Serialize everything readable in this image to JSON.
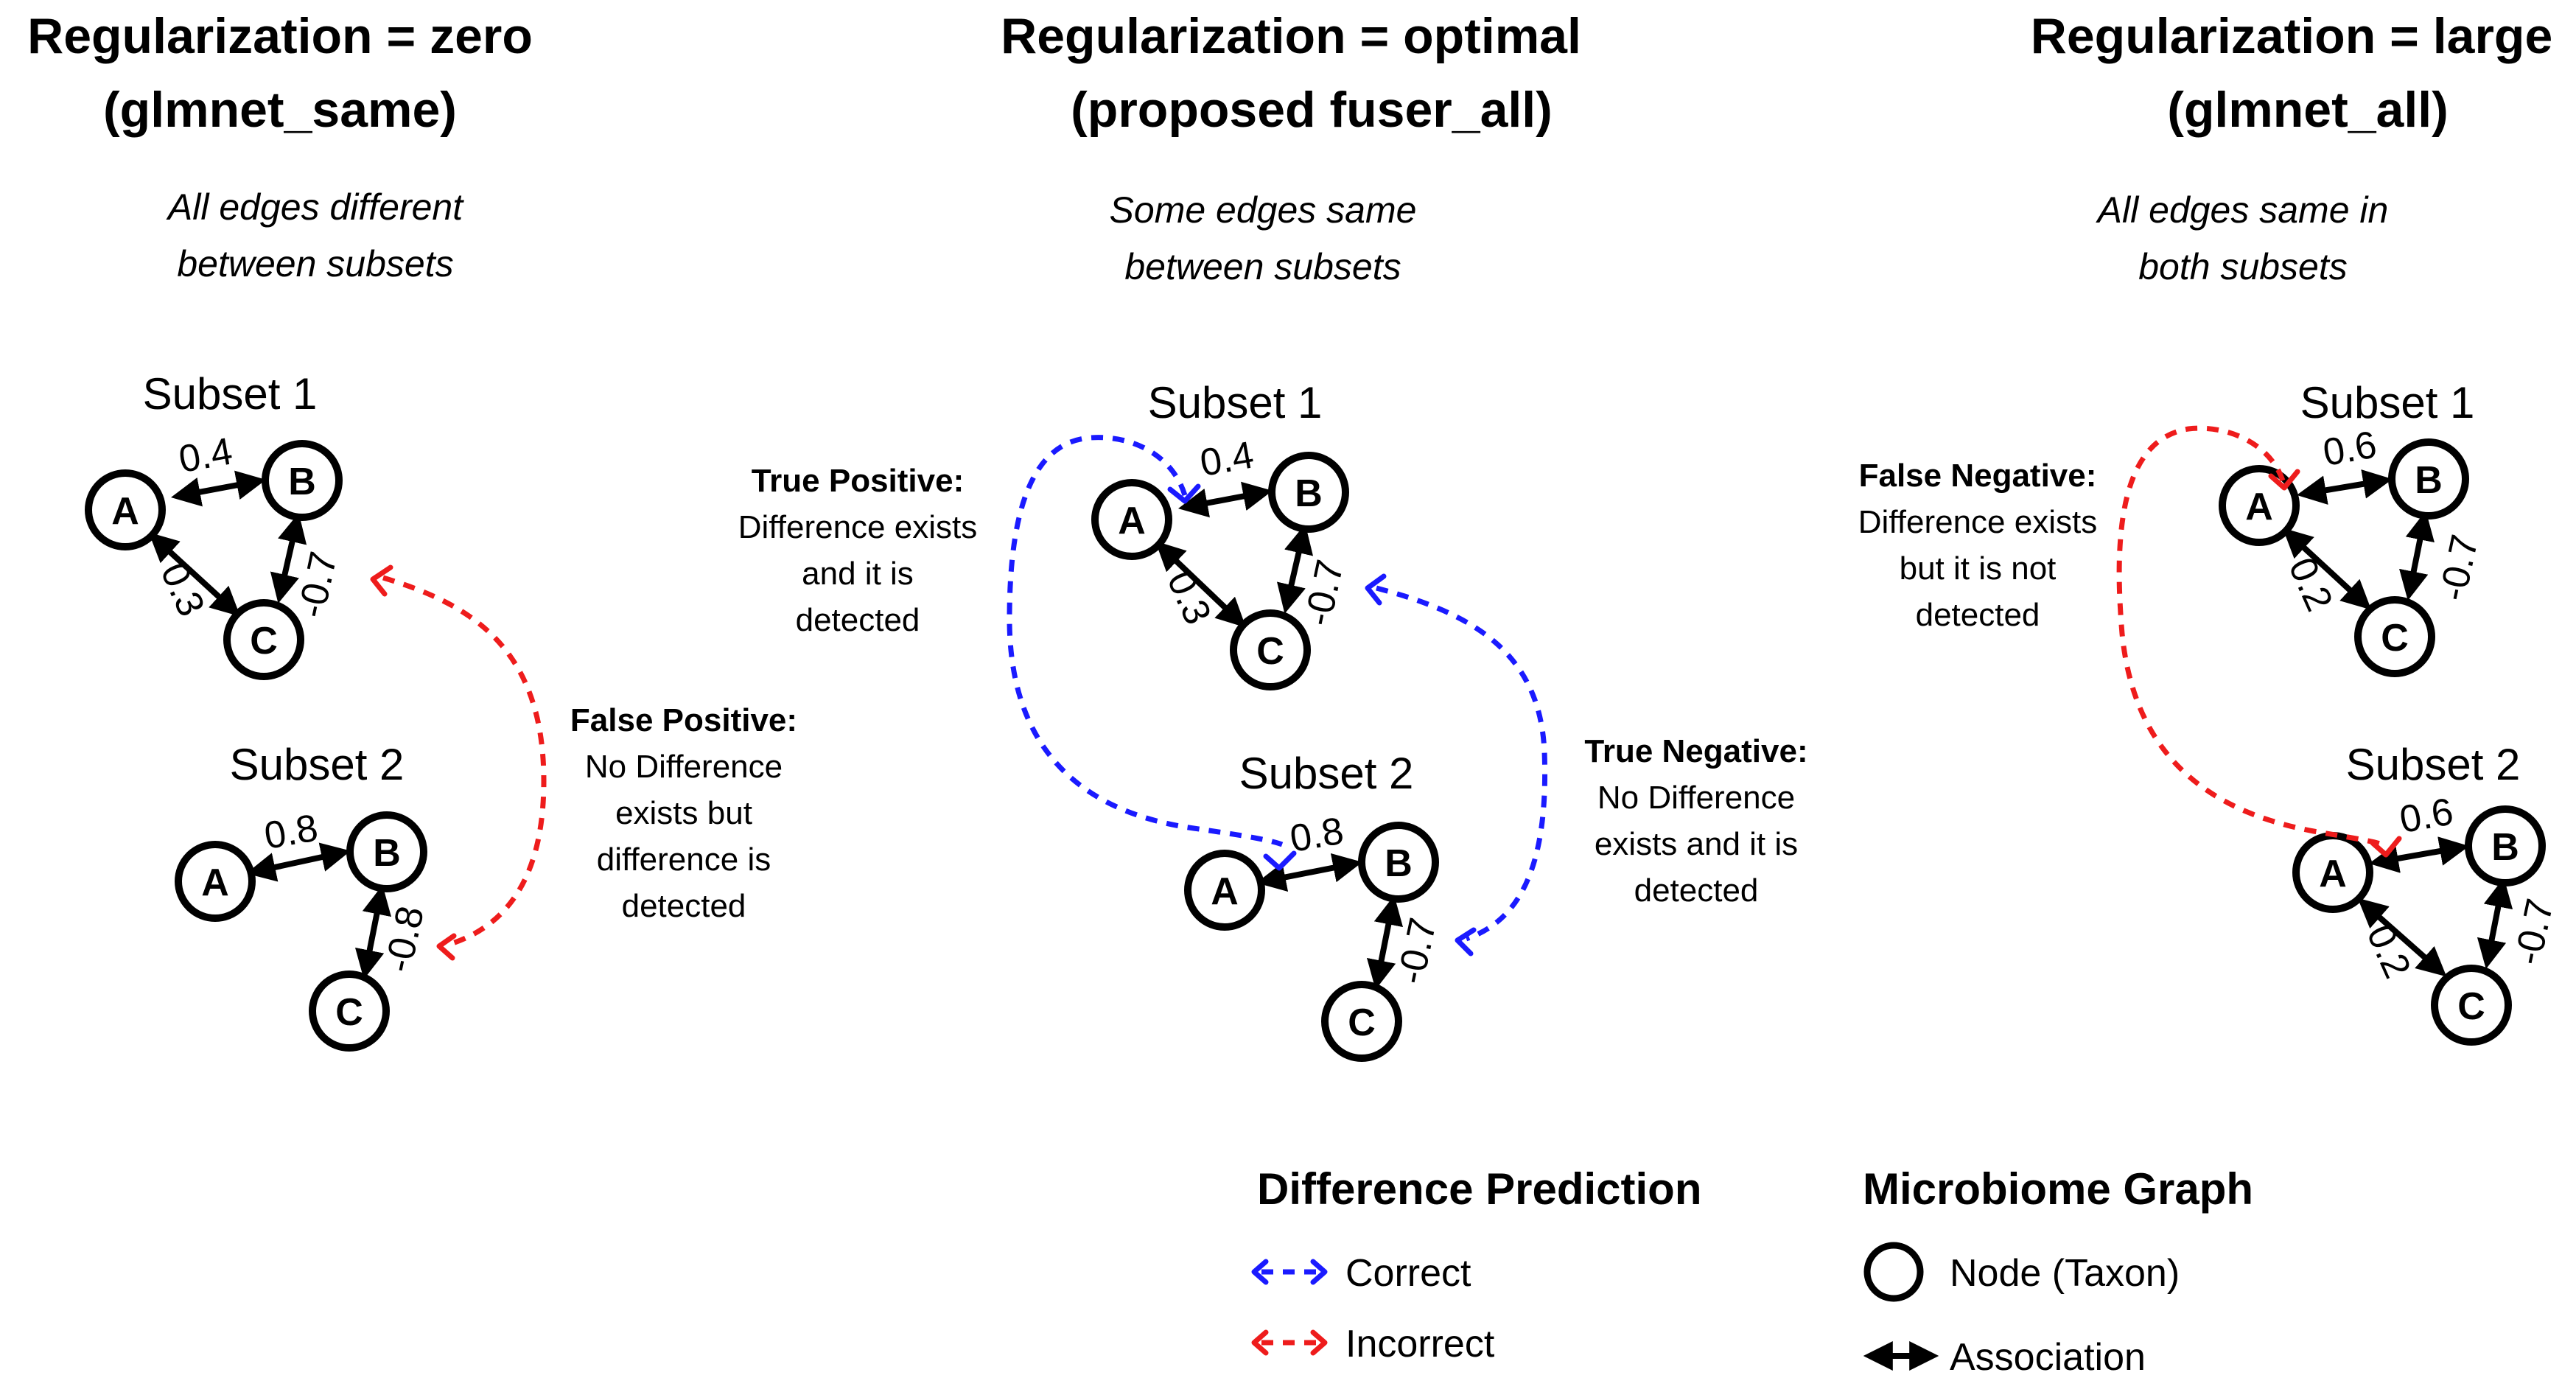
{
  "panels": [
    {
      "title_line1": "Regularization = zero",
      "title_line2": "(glmnet_same)",
      "subtitle_line1": "All edges different",
      "subtitle_line2": "between subsets",
      "subset1": {
        "label": "Subset 1",
        "w_ab": "0.4",
        "w_ac": "0.3",
        "w_bc": "-0.7"
      },
      "subset2": {
        "label": "Subset 2",
        "w_ab": "0.8",
        "w_bc": "-0.8"
      },
      "annotation": {
        "title": "False Positive:",
        "lines": [
          "No Difference",
          "exists but",
          "difference is",
          "detected"
        ]
      }
    },
    {
      "title_line1": "Regularization = optimal",
      "title_line2": "(proposed fuser_all)",
      "subtitle_line1": "Some edges same",
      "subtitle_line2": "between subsets",
      "subset1": {
        "label": "Subset 1",
        "w_ab": "0.4",
        "w_ac": "0.3",
        "w_bc": "-0.7"
      },
      "subset2": {
        "label": "Subset 2",
        "w_ab": "0.8",
        "w_bc": "-0.7"
      },
      "annotation_left": {
        "title": "True Positive:",
        "lines": [
          "Difference exists",
          "and it is",
          "detected"
        ]
      },
      "annotation_right": {
        "title": "True Negative:",
        "lines": [
          "No Difference",
          "exists and it is",
          "detected"
        ]
      }
    },
    {
      "title_line1": "Regularization = large",
      "title_line2": "(glmnet_all)",
      "subtitle_line1": "All edges same in",
      "subtitle_line2": "both subsets",
      "subset1": {
        "label": "Subset 1",
        "w_ab": "0.6",
        "w_ac": "0.2",
        "w_bc": "-0.7"
      },
      "subset2": {
        "label": "Subset 2",
        "w_ab": "0.6",
        "w_ac": "0.2",
        "w_bc": "-0.7"
      },
      "annotation": {
        "title": "False Negative:",
        "lines": [
          "Difference exists",
          "but it is not",
          "detected"
        ]
      }
    }
  ],
  "nodes": {
    "a": "A",
    "b": "B",
    "c": "C"
  },
  "legend": {
    "prediction_title": "Difference Prediction",
    "correct_label": "Correct",
    "incorrect_label": "Incorrect",
    "graph_title": "Microbiome Graph",
    "node_label": "Node (Taxon)",
    "association_label": "Association"
  },
  "colors": {
    "correct": "#1a1aff",
    "incorrect": "#ee1c1c",
    "ink": "#000000"
  }
}
